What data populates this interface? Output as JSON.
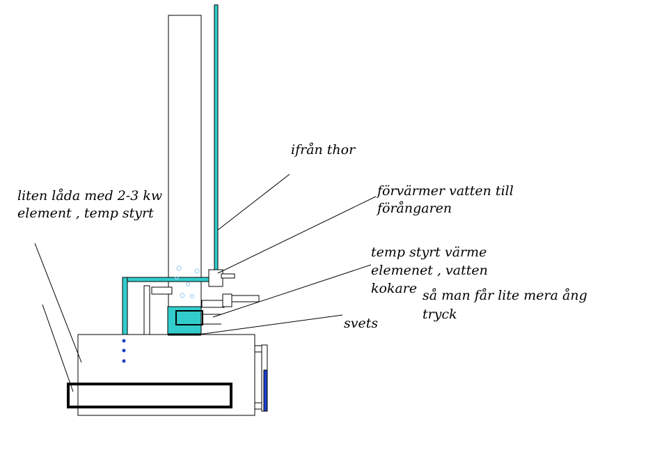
{
  "labels": {
    "ifran_thor": "ifrån thor",
    "liten_lada_line1": "liten låda med 2-3 kw",
    "liten_lada_line2": "element , temp styrt",
    "forvarmer_line1": "förvärmer vatten till",
    "forvarmer_line2": "förångaren",
    "temp_styrt_line1": "temp styrt värme",
    "temp_styrt_line2": "elemenet , vatten",
    "temp_styrt_line3": "kokare",
    "sa_man_line1": "så man får lite mera ång",
    "sa_man_line2": "tryck",
    "svets": "svets"
  },
  "colors": {
    "water_pipe": "#33cccc",
    "heater_panel": "#1a3fcc",
    "outline": "#000000",
    "bubbles": "#9fd0f0",
    "dots": "#2040c0"
  }
}
